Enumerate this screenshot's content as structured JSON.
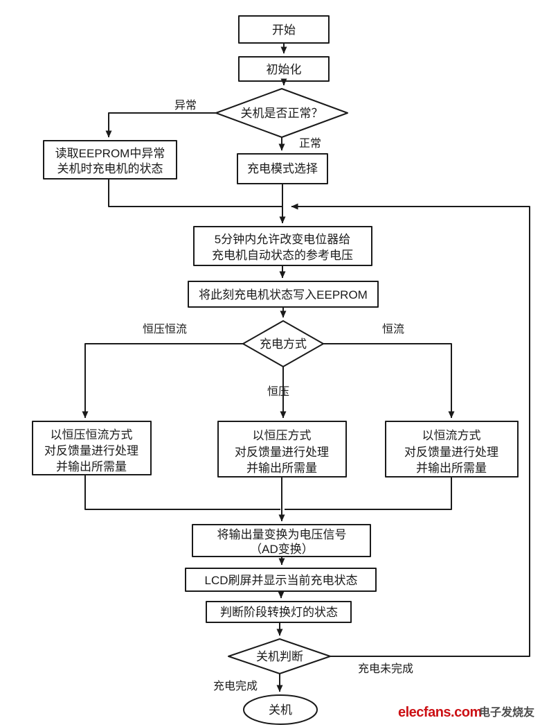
{
  "flowchart": {
    "title_hint": "charger control flowchart",
    "nodes": {
      "start": {
        "label": "开始"
      },
      "init": {
        "label": "初始化"
      },
      "shutdown_normal_decision": {
        "label": "关机是否正常？"
      },
      "eeprom_read": {
        "lines": [
          "读取EEPROM中异常",
          "关机时充电机的状态"
        ]
      },
      "charge_mode_select": {
        "label": "充电模式选择"
      },
      "ref_voltage": {
        "lines": [
          "5分钟内允许改变电位器给",
          "充电机自动状态的参考电压"
        ]
      },
      "write_eeprom": {
        "label": "将此刻充电机状态写入EEPROM"
      },
      "charge_method_decision": {
        "label": "充电方式"
      },
      "cvcc_process": {
        "lines": [
          "以恒压恒流方式",
          "对反馈量进行处理",
          "并输出所需量"
        ]
      },
      "cv_process": {
        "lines": [
          "以恒压方式",
          "对反馈量进行处理",
          "并输出所需量"
        ]
      },
      "cc_process": {
        "lines": [
          "以恒流方式",
          "对反馈量进行处理",
          "并输出所需量"
        ]
      },
      "ad_convert": {
        "lines": [
          "将输出量变换为电压信号",
          "（AD变换）"
        ]
      },
      "lcd_refresh": {
        "label": "LCD刷屏并显示当前充电状态"
      },
      "stage_light": {
        "label": "判断阶段转换灯的状态"
      },
      "shutdown_decision": {
        "label": "关机判断"
      },
      "end": {
        "label": "关机"
      }
    },
    "edge_labels": {
      "abnormal": "异常",
      "normal": "正常",
      "cvcc": "恒压恒流",
      "cc": "恒流",
      "cv": "恒压",
      "charge_not_complete": "充电未完成",
      "charge_complete": "充电完成"
    },
    "line_color": "#1a1a1a"
  },
  "watermark": {
    "brand": "elecfans.com",
    "brand_cn": "电子发烧友",
    "brand_color": "#cc1014",
    "cn_color": "#4d4d4d"
  }
}
